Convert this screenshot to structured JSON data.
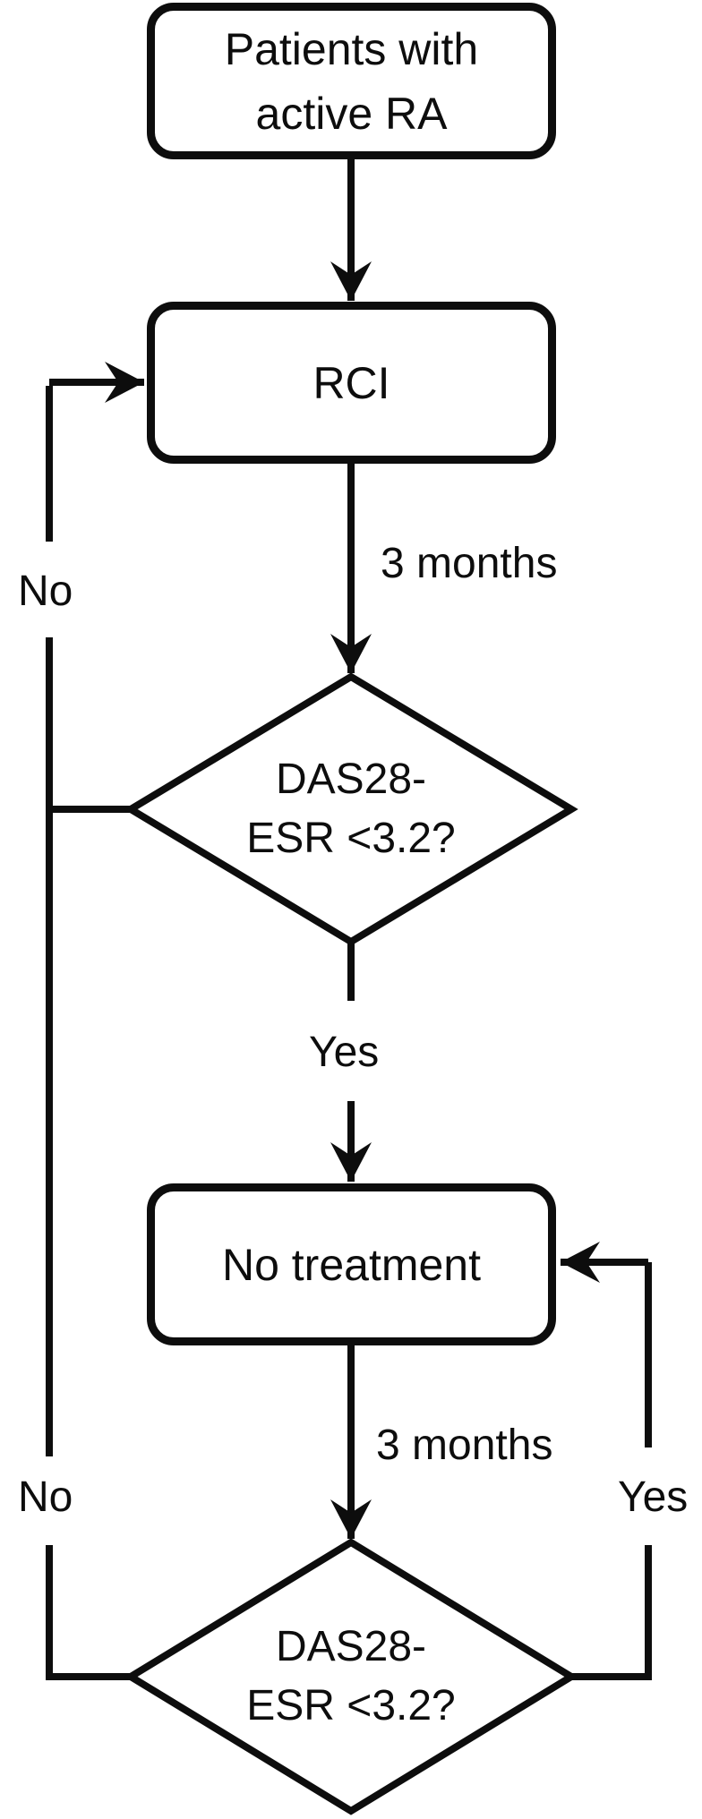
{
  "diagram": {
    "background_color": "#ffffff",
    "stroke_color": "#0d0d0d",
    "nodes": {
      "start": {
        "line1": "Patients with",
        "line2": "active RA"
      },
      "rci": {
        "label": "RCI"
      },
      "decision1": {
        "line1": "DAS28-",
        "line2": "ESR <3.2?"
      },
      "treatment": {
        "label": "No treatment"
      },
      "decision2": {
        "line1": "DAS28-",
        "line2": "ESR <3.2?"
      }
    },
    "edge_labels": {
      "rci_wait": "3 months",
      "decision1_yes": "Yes",
      "decision1_no": "No",
      "treatment_wait": "3 months",
      "decision2_yes": "Yes",
      "decision2_no": "No"
    }
  }
}
